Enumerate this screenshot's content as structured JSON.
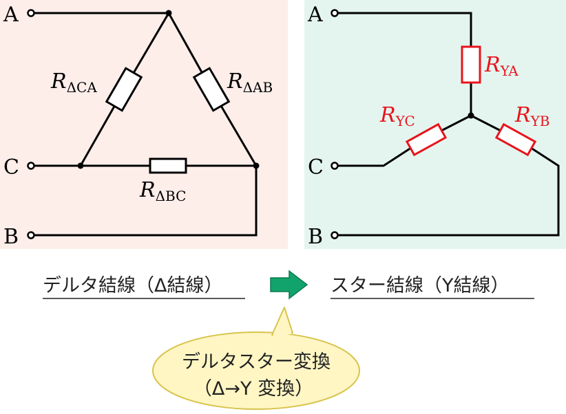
{
  "colors": {
    "delta_panel_bg": "#fdeeea",
    "star_panel_bg": "#e4f5ef",
    "wire": "#000000",
    "star_resistor": "#e8141c",
    "arrow": "#11a36b",
    "bubble_fill": "#fff6c4",
    "bubble_stroke": "#d8c34a"
  },
  "delta_panel": {
    "terminals": {
      "a": "A",
      "b": "B",
      "c": "C"
    },
    "resistors": {
      "ca": {
        "symbol": "R",
        "subscript": "ΔCA"
      },
      "ab": {
        "symbol": "R",
        "subscript": "ΔAB"
      },
      "bc": {
        "symbol": "R",
        "subscript": "ΔBC"
      }
    }
  },
  "star_panel": {
    "terminals": {
      "a": "A",
      "b": "B",
      "c": "C"
    },
    "resistors": {
      "ya": {
        "symbol": "R",
        "subscript": "YA"
      },
      "yc": {
        "symbol": "R",
        "subscript": "YC"
      },
      "yb": {
        "symbol": "R",
        "subscript": "YB"
      }
    }
  },
  "captions": {
    "delta": "デルタ結線（Δ結線）",
    "star": "スター結線（Y結線）"
  },
  "callout": {
    "line1": "デルタスター変換",
    "line2": "（Δ→Y 変換）"
  },
  "icons": {
    "arrow": "right-arrow-icon"
  }
}
